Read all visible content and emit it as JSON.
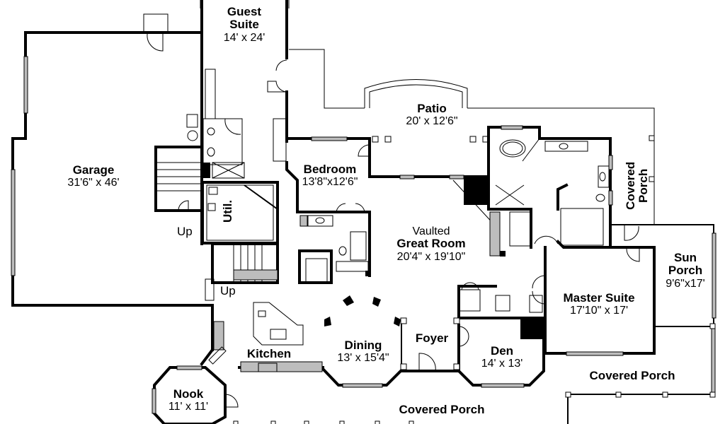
{
  "plan": {
    "title": "Main Floor Plan",
    "rooms": [
      {
        "id": "guest-suite",
        "name": "Guest Suite",
        "name_lines": [
          "Guest",
          "Suite"
        ],
        "dims": "14' x 24'"
      },
      {
        "id": "garage",
        "name": "Garage",
        "dims": "31'6\" x 46'"
      },
      {
        "id": "patio",
        "name": "Patio",
        "dims": "20' x 12'6\""
      },
      {
        "id": "bedroom",
        "name": "Bedroom",
        "dims": "13'8\"x12'6\""
      },
      {
        "id": "great-room",
        "prefix": "Vaulted",
        "name": "Great Room",
        "dims": "20'4\" x 19'10\""
      },
      {
        "id": "sun-porch",
        "name": "Sun Porch",
        "name_lines": [
          "Sun",
          "Porch"
        ],
        "dims": "9'6\"x17'"
      },
      {
        "id": "master-suite",
        "name": "Master Suite",
        "dims": "17'10\" x 17'"
      },
      {
        "id": "dining",
        "name": "Dining",
        "dims": "13' x 15'4\""
      },
      {
        "id": "foyer",
        "name": "Foyer",
        "dims": ""
      },
      {
        "id": "den",
        "name": "Den",
        "dims": "14' x 13'"
      },
      {
        "id": "kitchen",
        "name": "Kitchen",
        "dims": ""
      },
      {
        "id": "nook",
        "name": "Nook",
        "dims": "11' x 11'"
      }
    ],
    "labels": {
      "utility": "Util.",
      "stair_up_1": "Up",
      "stair_up_2": "Up",
      "covered_porch_side": [
        "Covered",
        "Porch"
      ],
      "covered_porch_front": "Covered Porch",
      "covered_porch_right": "Covered Porch"
    }
  }
}
